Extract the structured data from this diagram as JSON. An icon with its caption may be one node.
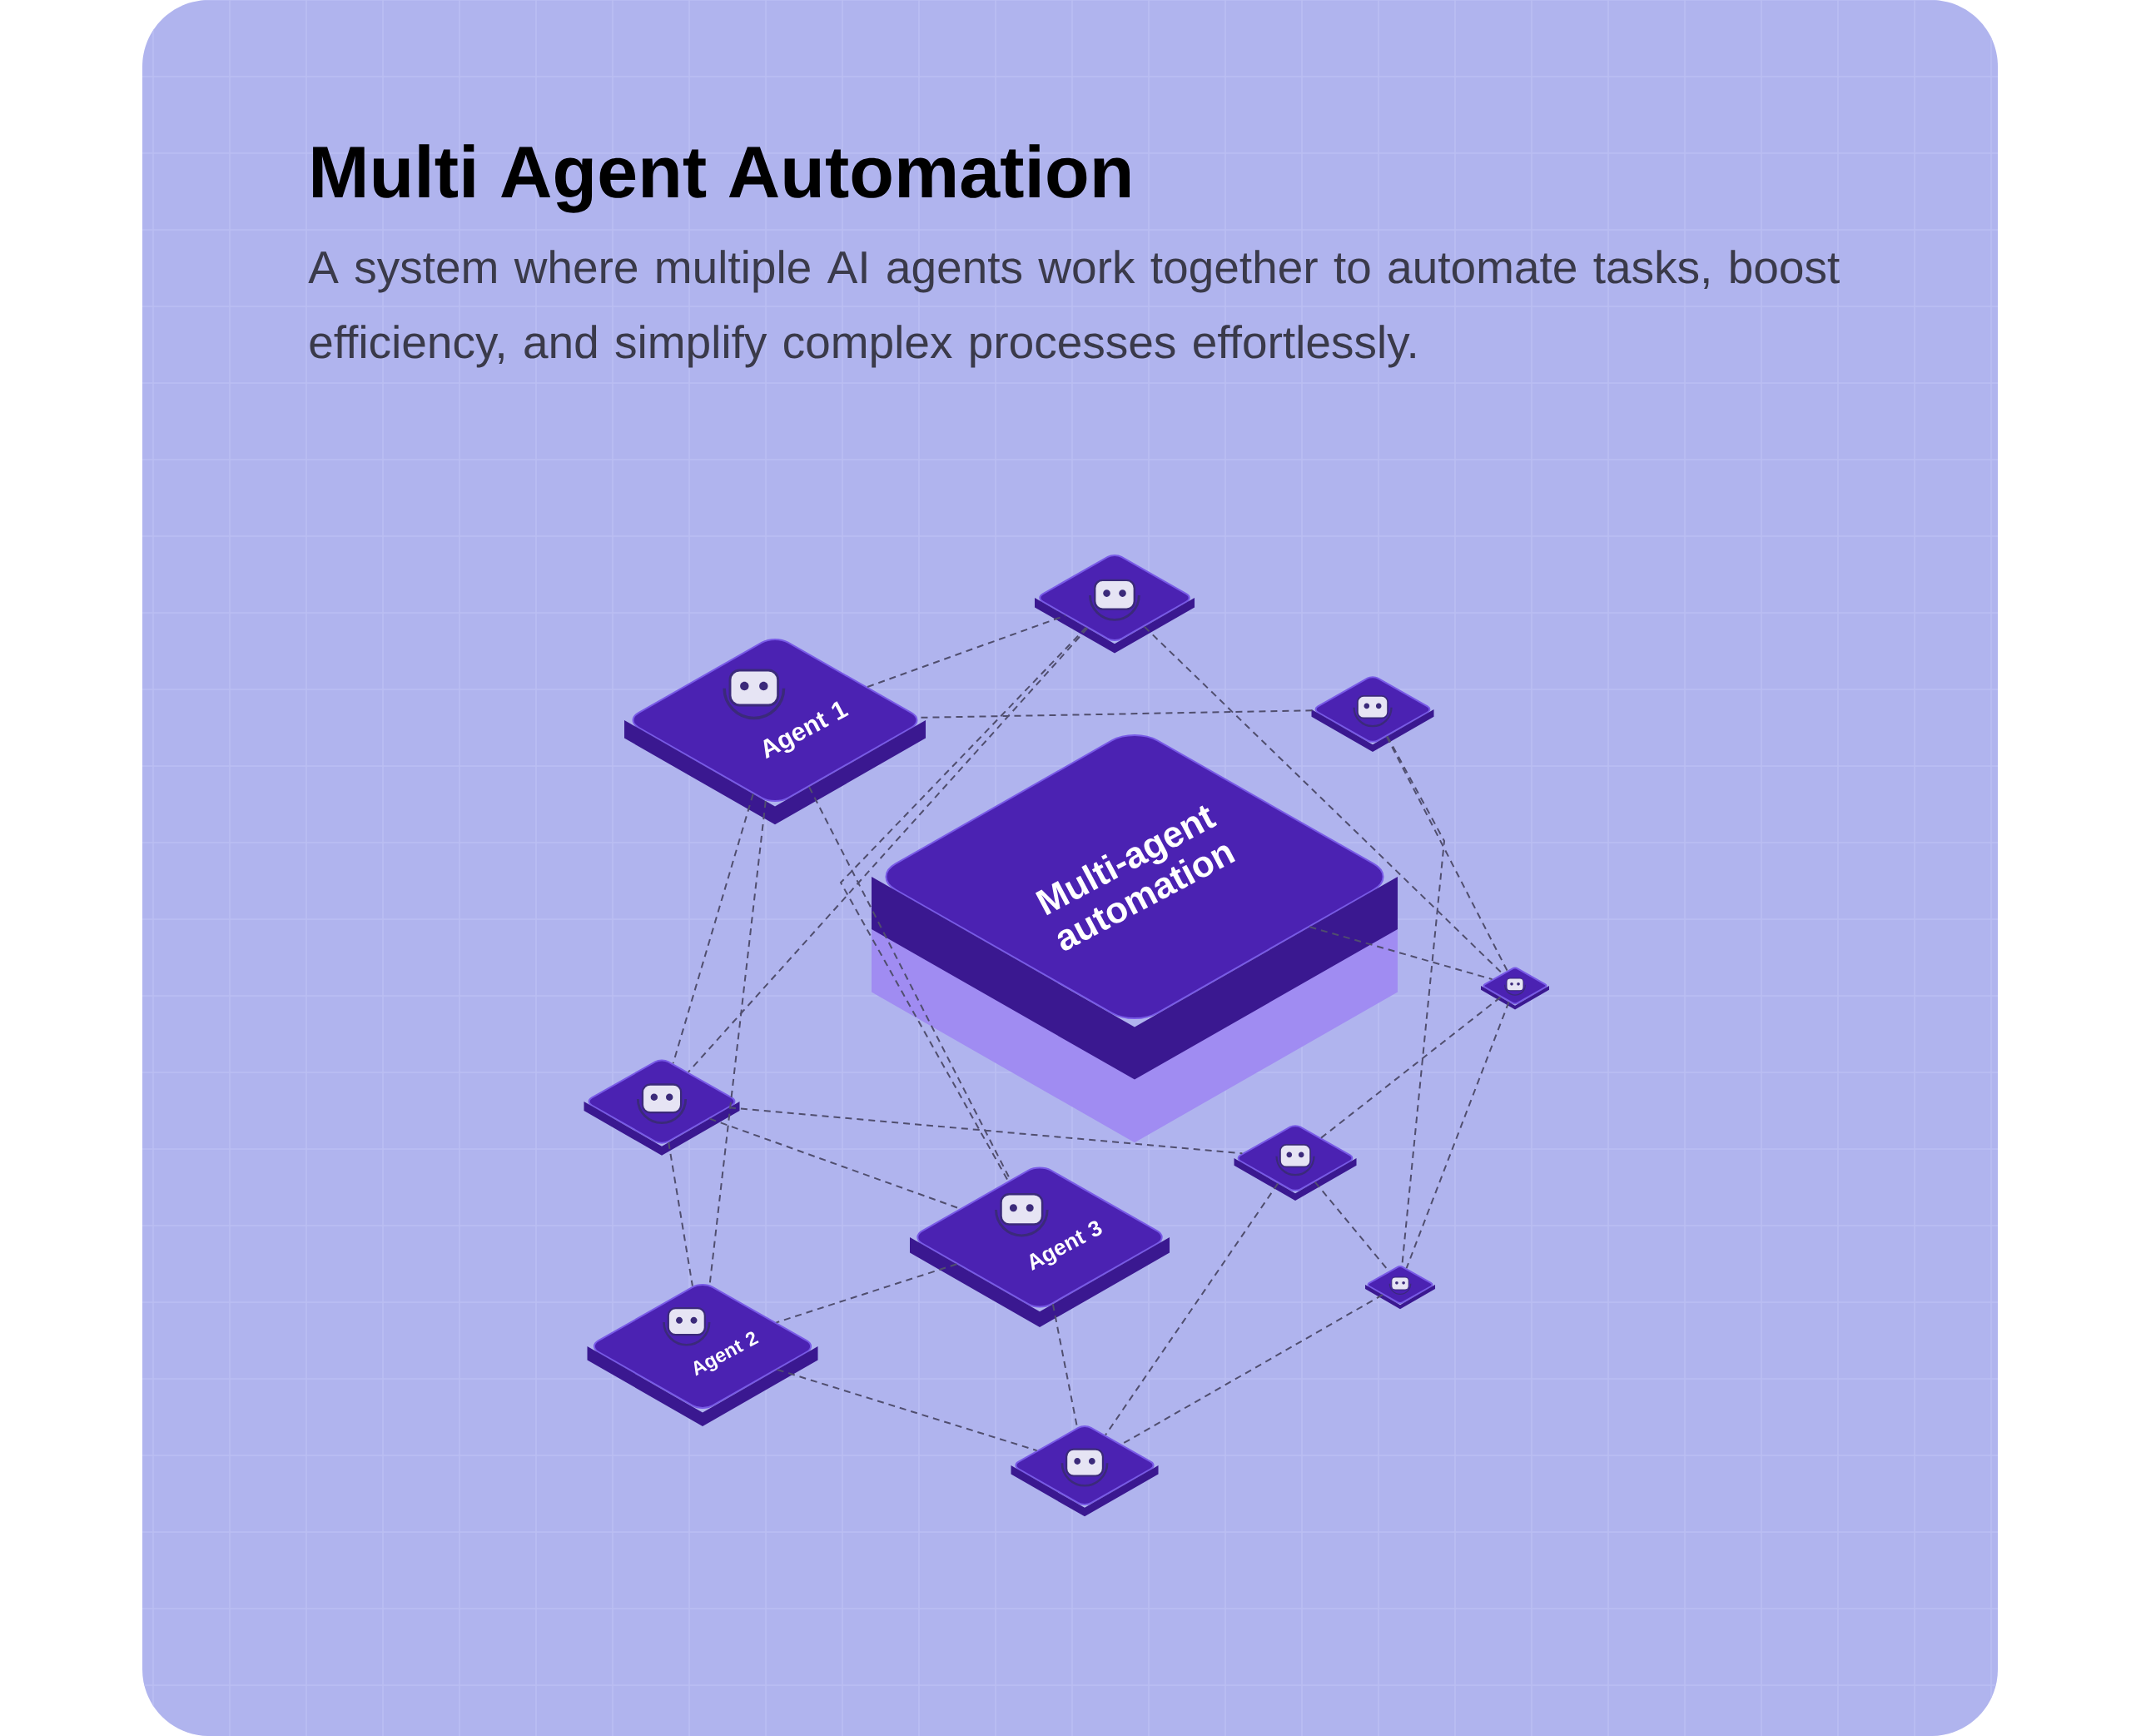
{
  "diagram": {
    "title": "Multi Agent Automation",
    "caption": "A system where multiple AI agents work together to automate tasks, boost efficiency, and simplify complex processes effortlessly.",
    "nodes": [
      {
        "text": [],
        "shape": "box"
      },
      {
        "text": [
          "Agent 1"
        ]
      },
      {
        "text": [],
        "shape": "box"
      },
      {
        "text": [
          "Multi-agent automation"
        ]
      },
      {
        "text": [],
        "shape": "box"
      },
      {
        "text": [],
        "shape": "box"
      },
      {
        "text": [],
        "shape": "box"
      },
      {
        "text": [
          "Agent 3"
        ]
      },
      {
        "text": [],
        "shape": "box"
      },
      {
        "text": [
          "Agent 2"
        ]
      },
      {
        "text": [],
        "shape": "box"
      }
    ],
    "edges": [
      {
        "from": 1,
        "to": 0,
        "arrow": "none"
      },
      {
        "from": 1,
        "to": 2,
        "arrow": "none"
      },
      {
        "from": 0,
        "to": 4,
        "arrow": "none"
      },
      {
        "from": 0,
        "to": 5,
        "arrow": "none"
      },
      {
        "from": 0,
        "to": 7,
        "arrow": "none"
      },
      {
        "from": 1,
        "to": 5,
        "arrow": "none"
      },
      {
        "from": 1,
        "to": 9,
        "arrow": "none"
      },
      {
        "from": 1,
        "to": 7,
        "arrow": "none"
      },
      {
        "from": 2,
        "to": 4,
        "arrow": "none"
      },
      {
        "from": 2,
        "to": 8,
        "arrow": "none"
      },
      {
        "from": 3,
        "to": 4,
        "arrow": "none"
      },
      {
        "from": 4,
        "to": 8,
        "arrow": "none"
      },
      {
        "from": 4,
        "to": 6,
        "arrow": "none"
      },
      {
        "from": 5,
        "to": 9,
        "arrow": "none"
      },
      {
        "from": 5,
        "to": 7,
        "arrow": "none"
      },
      {
        "from": 5,
        "to": 6,
        "arrow": "none"
      },
      {
        "from": 6,
        "to": 8,
        "arrow": "none"
      },
      {
        "from": 6,
        "to": 10,
        "arrow": "none"
      },
      {
        "from": 7,
        "to": 9,
        "arrow": "none"
      },
      {
        "from": 7,
        "to": 10,
        "arrow": "none"
      },
      {
        "from": 9,
        "to": 10,
        "arrow": "none"
      },
      {
        "from": 8,
        "to": 10,
        "arrow": "none"
      }
    ]
  }
}
